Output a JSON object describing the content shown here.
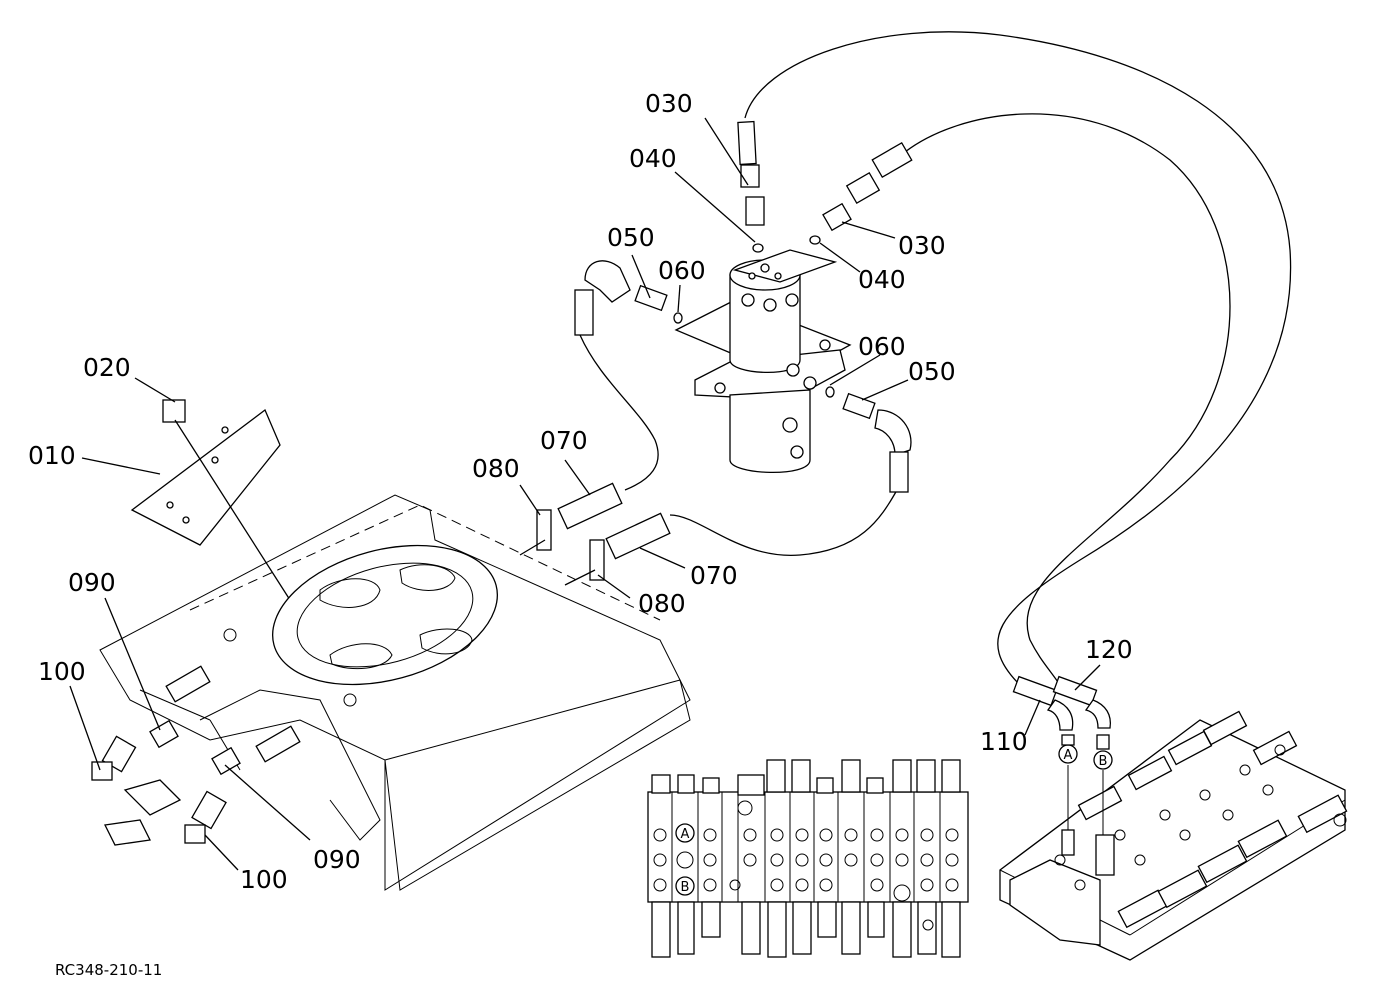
{
  "drawing_code": "RC348-210-11",
  "callouts": [
    {
      "id": "c030a",
      "text": "030"
    },
    {
      "id": "c040a",
      "text": "040"
    },
    {
      "id": "c030b",
      "text": "030"
    },
    {
      "id": "c040b",
      "text": "040"
    },
    {
      "id": "c050a",
      "text": "050"
    },
    {
      "id": "c060a",
      "text": "060"
    },
    {
      "id": "c060b",
      "text": "060"
    },
    {
      "id": "c050b",
      "text": "050"
    },
    {
      "id": "c020",
      "text": "020"
    },
    {
      "id": "c010",
      "text": "010"
    },
    {
      "id": "c070a",
      "text": "070"
    },
    {
      "id": "c080a",
      "text": "080"
    },
    {
      "id": "c070b",
      "text": "070"
    },
    {
      "id": "c080b",
      "text": "080"
    },
    {
      "id": "c090a",
      "text": "090"
    },
    {
      "id": "c100a",
      "text": "100"
    },
    {
      "id": "c090b",
      "text": "090"
    },
    {
      "id": "c100b",
      "text": "100"
    },
    {
      "id": "c120",
      "text": "120"
    },
    {
      "id": "c110",
      "text": "110"
    }
  ],
  "port_markers": {
    "a": "A",
    "b": "B"
  }
}
